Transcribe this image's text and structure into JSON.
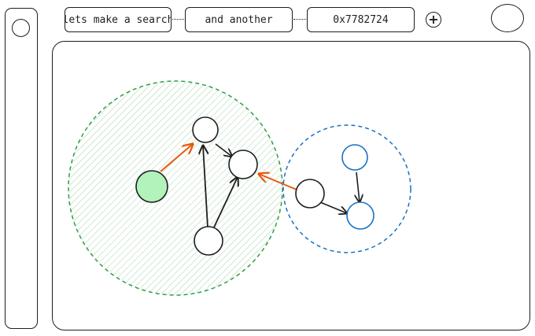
{
  "tabs": [
    {
      "label": "lets make a search"
    },
    {
      "label": "and another"
    },
    {
      "label": "0x7782724"
    }
  ],
  "add_tab": {
    "symbol": "+"
  },
  "colors": {
    "ink": "#1e1e1e",
    "cluster_green": "#2f9e44",
    "cluster_blue": "#1971c2",
    "start_node_fill": "#b2f2bb",
    "link_arrow": "#e8590c"
  },
  "icons": {
    "add_tab": "plus-circle-icon",
    "avatar": "user-avatar-icon"
  }
}
